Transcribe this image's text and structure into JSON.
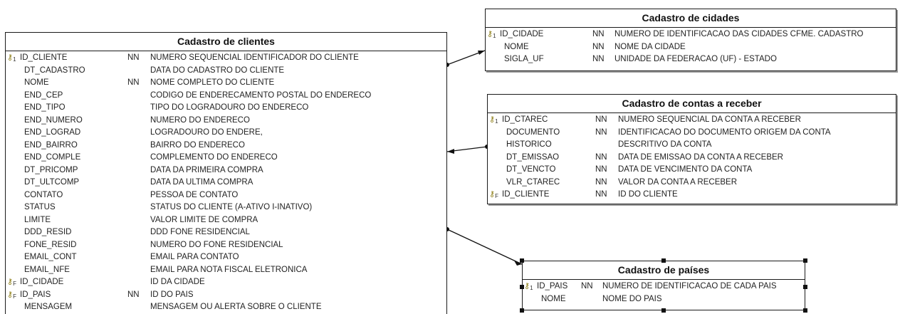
{
  "entities": {
    "clientes": {
      "title": "Cadastro de clientes",
      "rows": [
        {
          "key": "1",
          "field": "ID_CLIENTE",
          "nn": "NN",
          "desc": "NUMERO SEQUENCIAL IDENTIFICADOR DO CLIENTE"
        },
        {
          "key": "",
          "field": "DT_CADASTRO",
          "nn": "",
          "desc": "DATA DO CADASTRO DO CLIENTE"
        },
        {
          "key": "",
          "field": "NOME",
          "nn": "NN",
          "desc": "NOME COMPLETO DO CLIENTE"
        },
        {
          "key": "",
          "field": "END_CEP",
          "nn": "",
          "desc": "CODIGO DE ENDERECAMENTO POSTAL DO ENDERECO"
        },
        {
          "key": "",
          "field": "END_TIPO",
          "nn": "",
          "desc": "TIPO DO LOGRADOURO DO ENDERECO"
        },
        {
          "key": "",
          "field": "END_NUMERO",
          "nn": "",
          "desc": "NUMERO DO ENDERECO"
        },
        {
          "key": "",
          "field": "END_LOGRAD",
          "nn": "",
          "desc": "LOGRADOURO DO ENDERE,"
        },
        {
          "key": "",
          "field": "END_BAIRRO",
          "nn": "",
          "desc": "BAIRRO DO ENDERECO"
        },
        {
          "key": "",
          "field": "END_COMPLE",
          "nn": "",
          "desc": "COMPLEMENTO DO ENDERECO"
        },
        {
          "key": "",
          "field": "DT_PRICOMP",
          "nn": "",
          "desc": "DATA DA PRIMEIRA COMPRA"
        },
        {
          "key": "",
          "field": "DT_ULTCOMP",
          "nn": "",
          "desc": "DATA DA ULTIMA COMPRA"
        },
        {
          "key": "",
          "field": "CONTATO",
          "nn": "",
          "desc": "PESSOA DE CONTATO"
        },
        {
          "key": "",
          "field": "STATUS",
          "nn": "",
          "desc": "STATUS DO CLIENTE (A-ATIVO I-INATIVO)"
        },
        {
          "key": "",
          "field": "LIMITE",
          "nn": "",
          "desc": "VALOR LIMITE DE COMPRA"
        },
        {
          "key": "",
          "field": "DDD_RESID",
          "nn": "",
          "desc": "DDD FONE RESIDENCIAL"
        },
        {
          "key": "",
          "field": "FONE_RESID",
          "nn": "",
          "desc": "NUMERO DO FONE RESIDENCIAL"
        },
        {
          "key": "",
          "field": "EMAIL_CONT",
          "nn": "",
          "desc": "EMAIL PARA CONTATO"
        },
        {
          "key": "",
          "field": "EMAIL_NFE",
          "nn": "",
          "desc": "EMAIL PARA NOTA FISCAL ELETRONICA"
        },
        {
          "key": "F",
          "field": "ID_CIDADE",
          "nn": "",
          "desc": "ID DA CIDADE"
        },
        {
          "key": "F",
          "field": "ID_PAIS",
          "nn": "NN",
          "desc": "ID DO PAIS"
        },
        {
          "key": "",
          "field": "MENSAGEM",
          "nn": "",
          "desc": "MENSAGEM OU ALERTA SOBRE O CLIENTE"
        }
      ]
    },
    "cidades": {
      "title": "Cadastro de cidades",
      "rows": [
        {
          "key": "1",
          "field": "ID_CIDADE",
          "nn": "NN",
          "desc": "NUMERO DE IDENTIFICACAO DAS CIDADES CFME. CADASTRO"
        },
        {
          "key": "",
          "field": "NOME",
          "nn": "NN",
          "desc": "NOME DA CIDADE"
        },
        {
          "key": "",
          "field": "SIGLA_UF",
          "nn": "NN",
          "desc": "UNIDADE DA FEDERACAO (UF) - ESTADO"
        }
      ]
    },
    "contas": {
      "title": "Cadastro de contas a receber",
      "rows": [
        {
          "key": "1",
          "field": "ID_CTAREC",
          "nn": "NN",
          "desc": "NUMERO SEQUENCIAL DA CONTA A RECEBER"
        },
        {
          "key": "",
          "field": "DOCUMENTO",
          "nn": "NN",
          "desc": "IDENTIFICACAO DO DOCUMENTO ORIGEM DA CONTA"
        },
        {
          "key": "",
          "field": "HISTORICO",
          "nn": "",
          "desc": "DESCRITIVO DA CONTA"
        },
        {
          "key": "",
          "field": "DT_EMISSAO",
          "nn": "NN",
          "desc": "DATA DE EMISSAO DA CONTA A RECEBER"
        },
        {
          "key": "",
          "field": "DT_VENCTO",
          "nn": "NN",
          "desc": "DATA DE VENCIMENTO DA CONTA"
        },
        {
          "key": "",
          "field": "VLR_CTAREC",
          "nn": "NN",
          "desc": "VALOR DA CONTA A RECEBER"
        },
        {
          "key": "F",
          "field": "ID_CLIENTE",
          "nn": "NN",
          "desc": "ID DO CLIENTE"
        }
      ]
    },
    "paises": {
      "title": "Cadastro de países",
      "rows": [
        {
          "key": "1",
          "field": "ID_PAIS",
          "nn": "NN",
          "desc": "NUMERO DE IDENTIFICACAO DE CADA PAIS"
        },
        {
          "key": "",
          "field": "NOME",
          "nn": "",
          "desc": "NOME DO PAIS"
        }
      ]
    }
  },
  "icons": {
    "primary_key": "key-icon",
    "foreign_key": "foreign-key-icon"
  },
  "colors": {
    "border": "#1a1a1a",
    "key": "#8a7a10",
    "text": "#222222"
  }
}
